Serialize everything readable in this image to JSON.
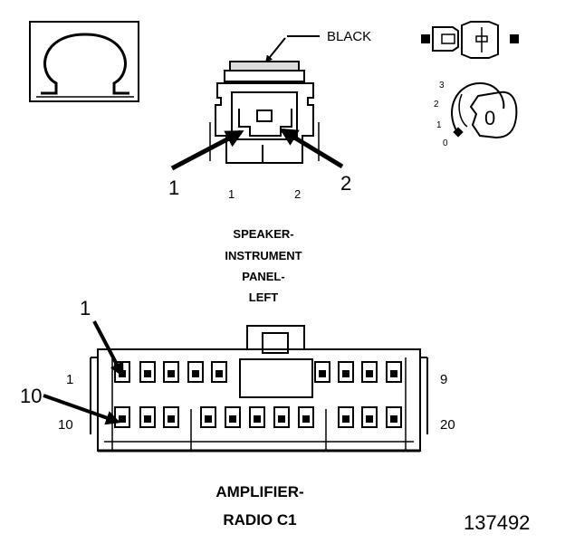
{
  "ohm_symbol": "Ω",
  "speaker_connector": {
    "color_label": "BLACK",
    "callout_1": "1",
    "callout_2": "2",
    "pin_label_1": "1",
    "pin_label_2": "2",
    "title_lines": [
      "SPEAKER-",
      "INSTRUMENT",
      "PANEL-",
      "LEFT"
    ]
  },
  "key_icon": {
    "positions": [
      "3",
      "2",
      "1",
      "0"
    ],
    "key_digit": "0"
  },
  "amplifier_connector": {
    "callout_1": "1",
    "callout_10": "10",
    "row1_left": "1",
    "row1_right": "9",
    "row2_left": "10",
    "row2_right": "20",
    "title_lines": [
      "AMPLIFIER-",
      "RADIO C1"
    ]
  },
  "figure_number": "137492",
  "colors": {
    "ink": "#000000",
    "background": "#ffffff"
  }
}
